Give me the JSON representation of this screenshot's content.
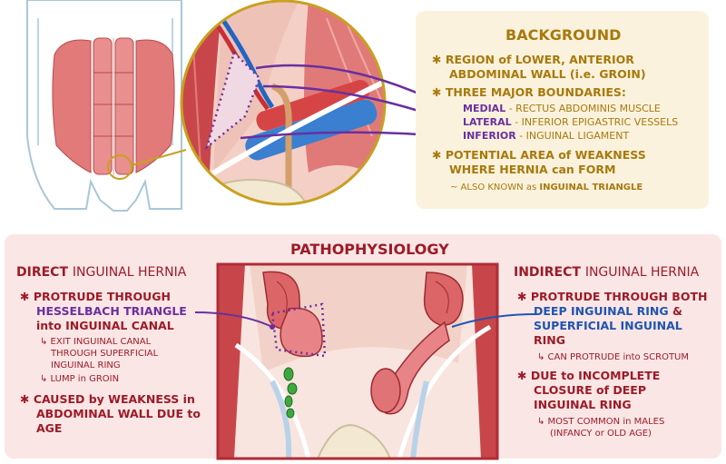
{
  "background": {
    "title": "BACKGROUND",
    "bullet1_line1": "REGION of LOWER, ANTERIOR",
    "bullet1_line2": "ABDOMINAL WALL (i.e. GROIN)",
    "bullet2": "THREE MAJOR BOUNDARIES:",
    "medial_label": "MEDIAL",
    "medial_desc": "- RECTUS ABDOMINIS MUSCLE",
    "lateral_label": "LATERAL",
    "lateral_desc": "- INFERIOR EPIGASTRIC VESSELS",
    "inferior_label": "INFERIOR",
    "inferior_desc": "- INGUINAL LIGAMENT",
    "bullet3_line1": "POTENTIAL AREA of WEAKNESS",
    "bullet3_line2": "WHERE HERNIA can FORM",
    "aka_prefix": "~ ALSO KNOWN as",
    "aka_term": "INGUINAL TRIANGLE"
  },
  "pathophysiology": {
    "title": "PATHOPHYSIOLOGY",
    "direct": {
      "title_bold": "DIRECT",
      "title_rest": "INGUINAL HERNIA",
      "b1_line1": "PROTRUDE THROUGH",
      "b1_line2": "HESSELBACH TRIANGLE",
      "b1_line3": "into INGUINAL CANAL",
      "sub1_line1": "↳ EXIT INGUINAL CANAL",
      "sub1_line2": "THROUGH SUPERFICIAL",
      "sub1_line3": "INGUINAL RING",
      "sub2": "↳ LUMP in GROIN",
      "b2_line1": "CAUSED by WEAKNESS in",
      "b2_line2": "ABDOMINAL WALL DUE to",
      "b2_line3": "AGE"
    },
    "indirect": {
      "title_bold": "INDIRECT",
      "title_rest": "INGUINAL HERNIA",
      "b1_line1_a": "PROTRUDE THROUGH",
      "b1_line1_b": "BOTH",
      "b1_line2_a": "DEEP INGUINAL RING",
      "b1_line2_b": "&",
      "b1_line3": "SUPERFICIAL INGUINAL",
      "b1_line4": "RING",
      "sub1": "↳ CAN PROTRUDE into SCROTUM",
      "b2_line1": "DUE to INCOMPLETE",
      "b2_line2": "CLOSURE of DEEP",
      "b2_line3": "INGUINAL RING",
      "sub2_line1": "↳ MOST COMMON in MALES",
      "sub2_line2": "(INFANCY or OLD AGE)"
    }
  },
  "icons": {
    "bullet": "✱"
  },
  "colors": {
    "gold_text": "#a8790c",
    "red_text": "#9c1b26",
    "purple": "#6a2fa0",
    "blue": "#1f55b0",
    "background_box": "#fbf2dd",
    "patho_box": "#fbe6e6"
  }
}
